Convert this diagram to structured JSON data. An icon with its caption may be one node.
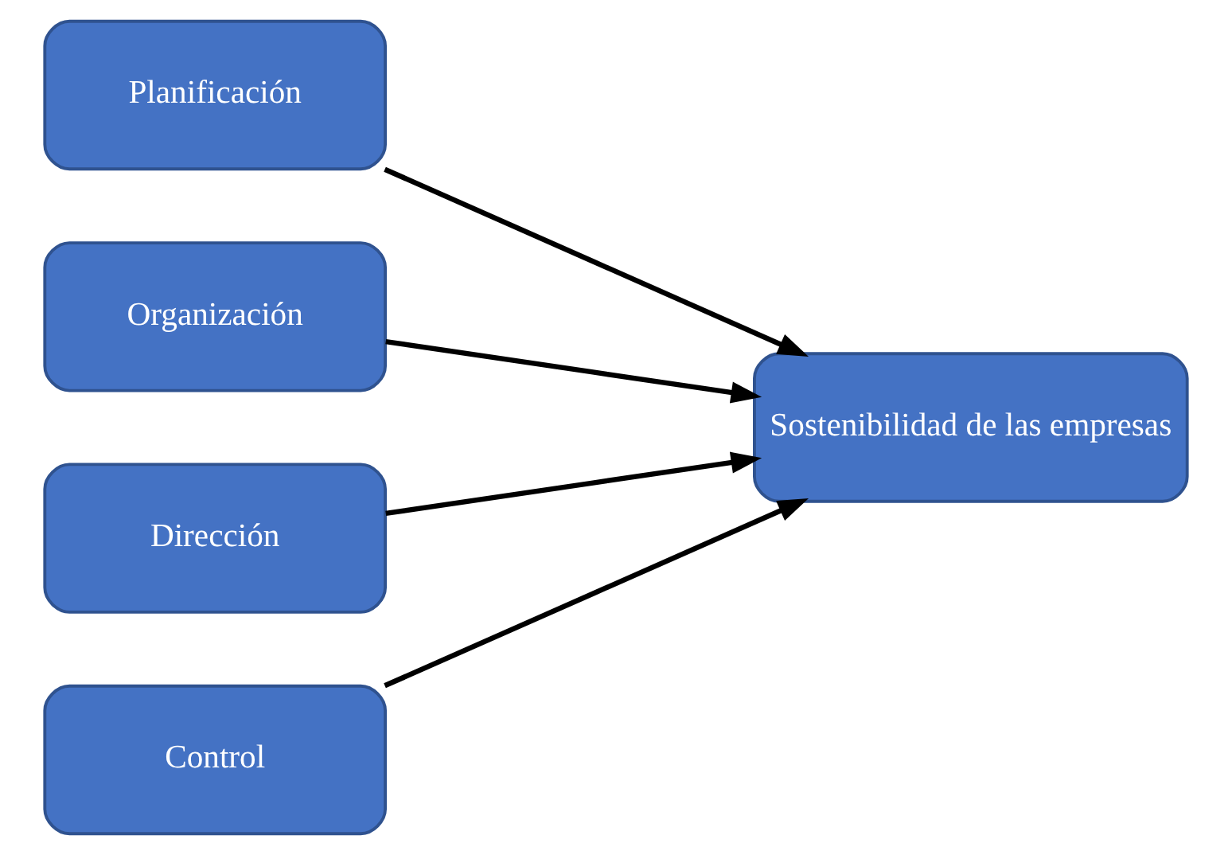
{
  "diagram": {
    "nodes": [
      {
        "text": [
          "Planificación"
        ]
      },
      {
        "text": [
          "Organización"
        ]
      },
      {
        "text": [
          "Dirección"
        ]
      },
      {
        "text": [
          "Control"
        ]
      },
      {
        "text": [
          "Sostenibilidad de las empresas"
        ]
      }
    ],
    "edges": [
      {
        "from": 0,
        "to": 4,
        "arrow": "to"
      },
      {
        "from": 1,
        "to": 4,
        "arrow": "to"
      },
      {
        "from": 2,
        "to": 4,
        "arrow": "to"
      },
      {
        "from": 3,
        "to": 4,
        "arrow": "to"
      }
    ]
  }
}
